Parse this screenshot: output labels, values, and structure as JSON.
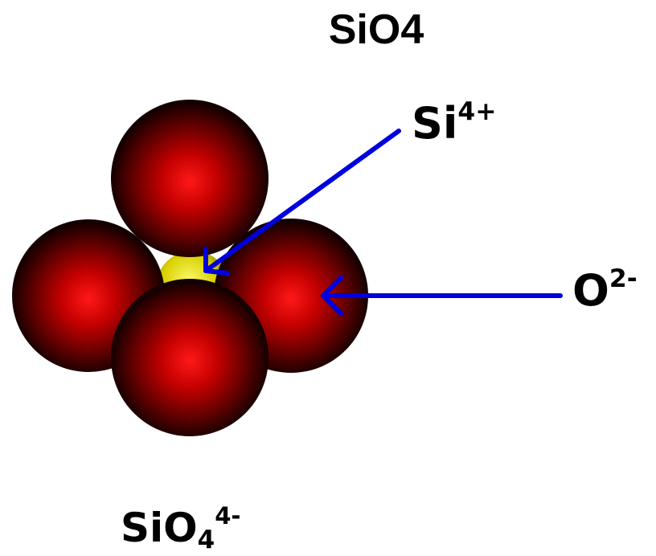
{
  "title": "SiO4",
  "labels": {
    "silicon_ion": {
      "symbol": "Si",
      "charge": "4+"
    },
    "oxygen_ion": {
      "symbol": "O",
      "charge": "2-"
    },
    "formula": {
      "base": "SiO",
      "subscript": "4",
      "charge": "4-"
    }
  },
  "colors": {
    "oxygen_sphere": "#ff1010",
    "oxygen_shadow": "#1a0000",
    "silicon_sphere": "#e4e000",
    "arrow": "#0000dd"
  }
}
